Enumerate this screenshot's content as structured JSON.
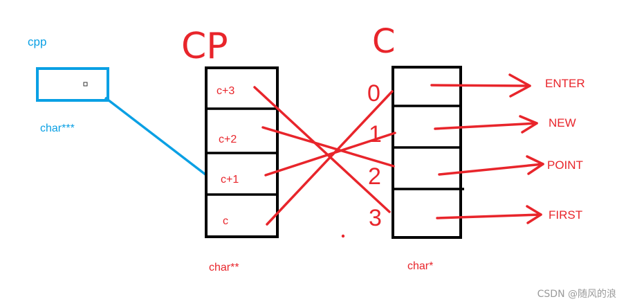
{
  "colors": {
    "red": "#e8252b",
    "blue": "#0aa0e4",
    "black": "#000000",
    "watermark": "#9a9a9a"
  },
  "cpp": {
    "name": "cpp",
    "type": "char***"
  },
  "cp": {
    "title": "CP",
    "type": "char**",
    "cells": [
      "c+3",
      "c+2",
      "c+1",
      "c"
    ]
  },
  "c": {
    "title": "C",
    "type": "char*",
    "indices": [
      "0",
      "1",
      "2",
      "3"
    ],
    "strings": [
      "ENTER",
      "NEW",
      "POINT",
      "FIRST"
    ]
  },
  "watermark": "CSDN @随风的浪"
}
